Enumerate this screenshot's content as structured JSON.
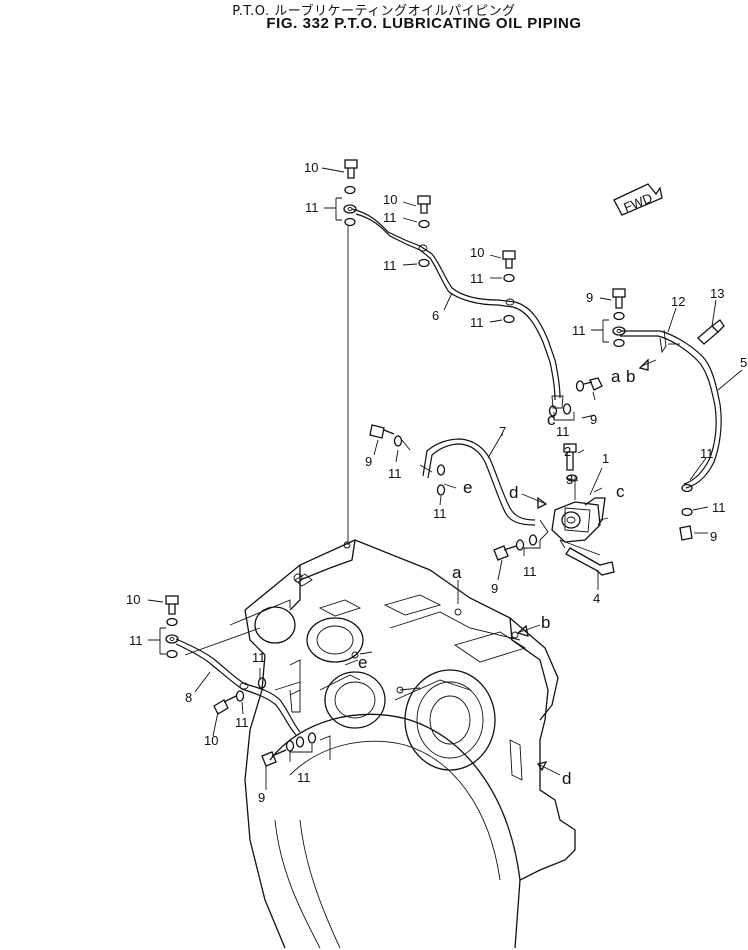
{
  "header": {
    "title_jp": "P.T.O. ルーブリケーティングオイルパイピング",
    "title_en": "FIG. 332  P.T.O. LUBRICATING OIL PIPING"
  },
  "fwd_label": "FWD",
  "callouts": {
    "n1": "1",
    "n2": "2",
    "n3": "3",
    "n4": "4",
    "n5": "5",
    "n6": "6",
    "n7": "7",
    "n8": "8",
    "n9": "9",
    "n10": "10",
    "n11": "11",
    "n12": "12",
    "n13": "13"
  },
  "refs": {
    "a": "a",
    "b": "b",
    "c": "c",
    "d": "d",
    "e": "e"
  }
}
